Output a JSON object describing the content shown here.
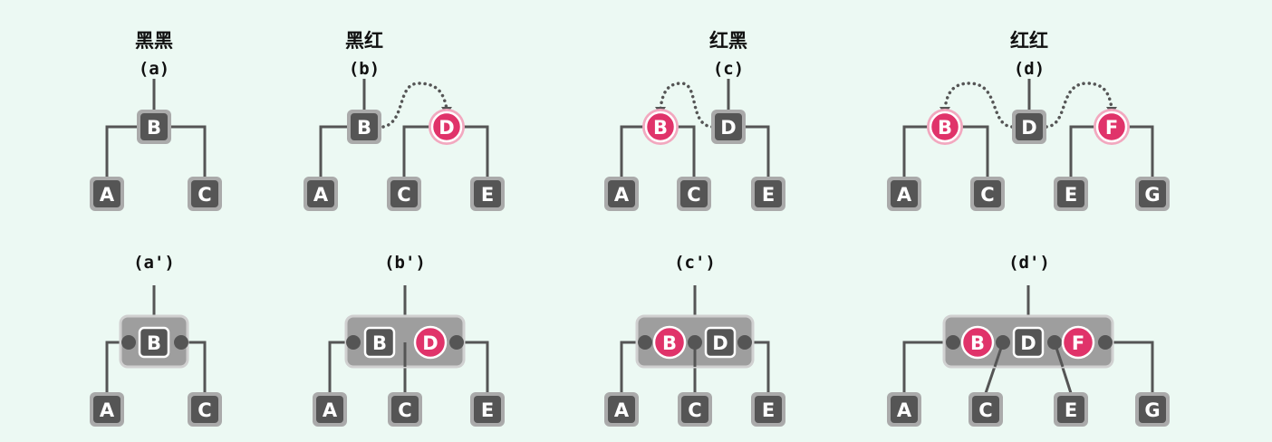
{
  "colors": {
    "background": "#ecf9f3",
    "black_node": "#555555",
    "red_node": "#e0336a",
    "edge": "#555555",
    "group_box": "#9e9e9e"
  },
  "cases": [
    {
      "heading": "黑黑",
      "top_label": "(a)",
      "bottom_label": "(a')",
      "keys": [
        {
          "key": "B",
          "color": "black"
        }
      ],
      "children": [
        "A",
        "C"
      ]
    },
    {
      "heading": "黑红",
      "top_label": "(b)",
      "bottom_label": "(b')",
      "keys": [
        {
          "key": "B",
          "color": "black"
        },
        {
          "key": "D",
          "color": "red"
        }
      ],
      "children": [
        "A",
        "C",
        "E"
      ]
    },
    {
      "heading": "红黑",
      "top_label": "(c)",
      "bottom_label": "(c')",
      "keys": [
        {
          "key": "B",
          "color": "red"
        },
        {
          "key": "D",
          "color": "black"
        }
      ],
      "children": [
        "A",
        "C",
        "E"
      ]
    },
    {
      "heading": "红红",
      "top_label": "(d)",
      "bottom_label": "(d')",
      "keys": [
        {
          "key": "B",
          "color": "red"
        },
        {
          "key": "D",
          "color": "black"
        },
        {
          "key": "F",
          "color": "red"
        }
      ],
      "children": [
        "A",
        "C",
        "E",
        "G"
      ]
    }
  ]
}
